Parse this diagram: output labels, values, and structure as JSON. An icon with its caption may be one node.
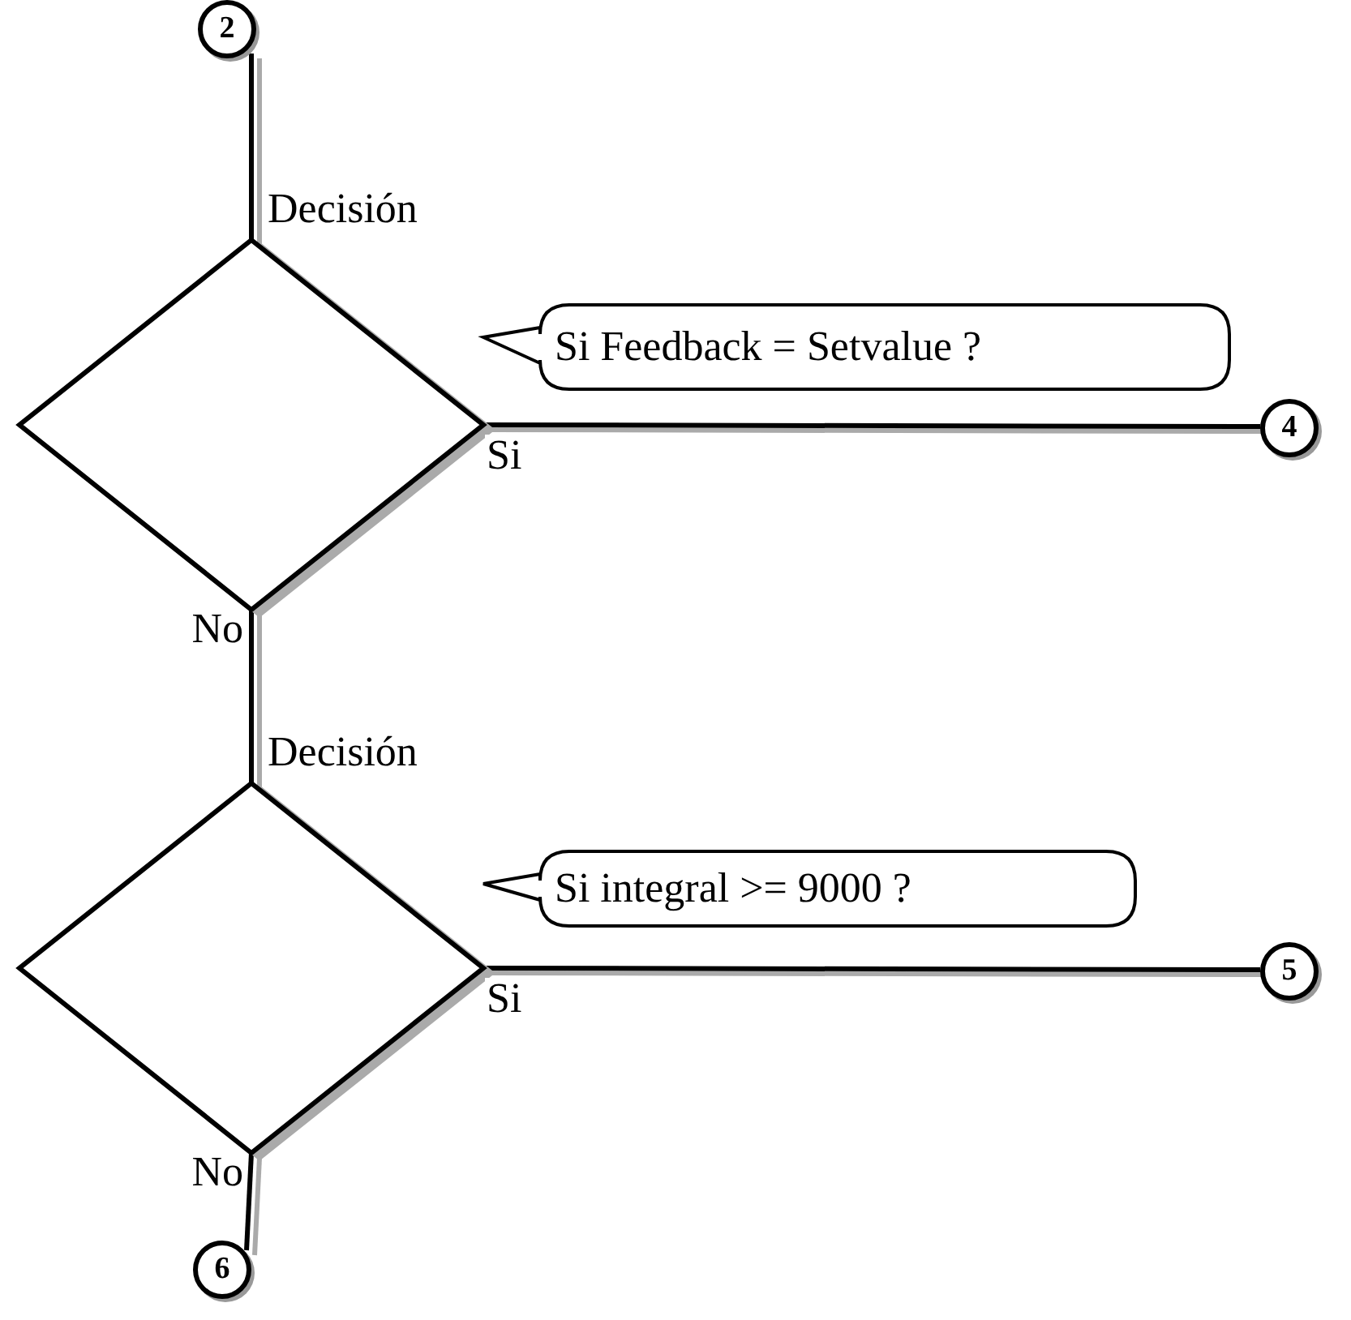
{
  "diagram": {
    "nodes": [
      {
        "text": [
          "2"
        ]
      },
      {
        "text": [
          "Decisión"
        ]
      },
      {
        "text": [
          "Si Feedback = Setvalue ?"
        ]
      },
      {
        "text": [
          "4"
        ]
      },
      {
        "text": [
          "Decisión"
        ]
      },
      {
        "text": [
          "Si integral >= 9000 ?"
        ]
      },
      {
        "text": [
          "5"
        ]
      },
      {
        "text": [
          "6"
        ]
      }
    ],
    "edges": [
      {
        "from": 0,
        "to": 1,
        "arrow": "none"
      },
      {
        "from": 1,
        "to": 3,
        "arrow": "none",
        "label": "Si"
      },
      {
        "from": 1,
        "to": 4,
        "arrow": "none",
        "label": "No"
      },
      {
        "from": 4,
        "to": 6,
        "arrow": "none",
        "label": "Si"
      },
      {
        "from": 4,
        "to": 7,
        "arrow": "none",
        "label": "No"
      }
    ]
  }
}
